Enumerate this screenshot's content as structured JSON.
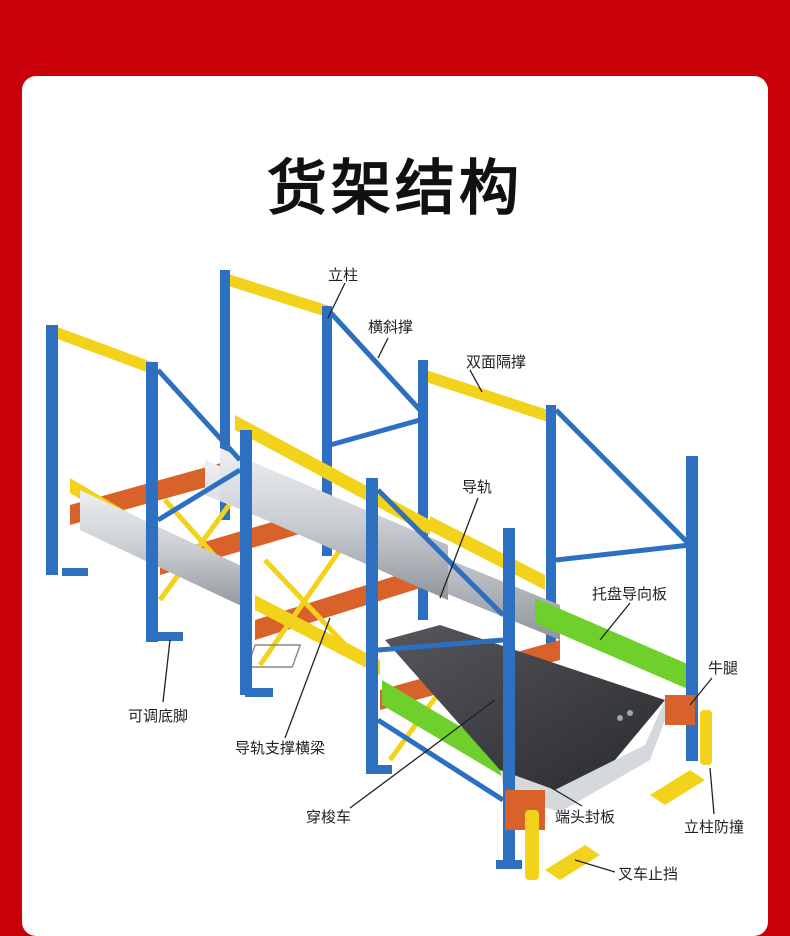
{
  "title": "货架结构",
  "labels": {
    "upright": "立柱",
    "horizontal_brace": "横斜撑",
    "row_spacer": "双面隔撑",
    "guide_rail": "导轨",
    "pallet_guide": "托盘导向板",
    "bracket": "牛腿",
    "adjustable_foot": "可调底脚",
    "rail_support_beam": "导轨支撑横梁",
    "shuttle": "穿梭车",
    "end_plate": "端头封板",
    "column_guard": "立柱防撞",
    "forklift_stop": "叉车止挡"
  },
  "colors": {
    "background": "#c8000a",
    "upright": "#2d6fc0",
    "beam_yellow": "#f2d21b",
    "bracket_orange": "#d9622a",
    "rail_silver": "#c9cdd2",
    "guide_green": "#6fd02c",
    "shuttle_dark": "#3a3b3f"
  }
}
